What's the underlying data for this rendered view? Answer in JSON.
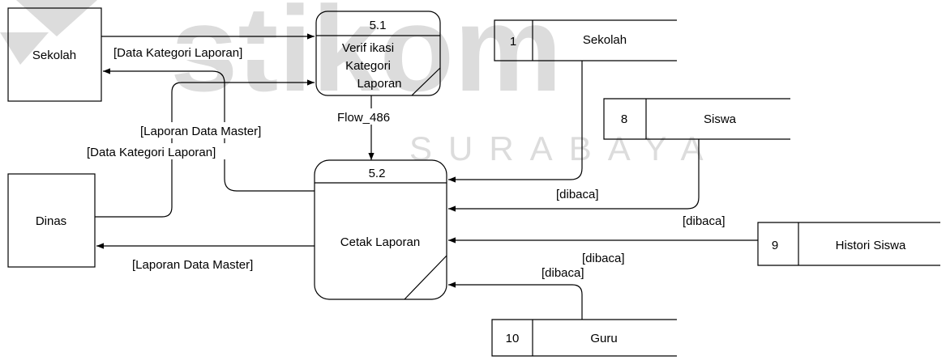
{
  "watermark": {
    "word": "stikom",
    "city": "SURABAYA",
    "color": "#dcdcdc"
  },
  "entities": {
    "sekolah": "Sekolah",
    "dinas": "Dinas"
  },
  "processes": {
    "p51": {
      "id": "5.1",
      "name_lines": [
        "Verif ikasi",
        "Kategori",
        "Laporan"
      ]
    },
    "p52": {
      "id": "5.2",
      "name": "Cetak Laporan"
    }
  },
  "datastores": {
    "ds1": {
      "num": "1",
      "name": "Sekolah"
    },
    "ds8": {
      "num": "8",
      "name": "Siswa"
    },
    "ds9": {
      "num": "9",
      "name": "Histori Siswa"
    },
    "ds10": {
      "num": "10",
      "name": "Guru"
    }
  },
  "flows": {
    "data_kategori_laporan_1": "[Data Kategori Laporan]",
    "laporan_data_master_1": "[Laporan Data Master]",
    "data_kategori_laporan_2": "[Data Kategori Laporan]",
    "flow_486": "Flow_486",
    "laporan_data_master_2": "[Laporan Data Master]",
    "dibaca_1": "[dibaca]",
    "dibaca_2": "[dibaca]",
    "dibaca_3": "[dibaca]",
    "dibaca_4": "[dibaca]"
  }
}
